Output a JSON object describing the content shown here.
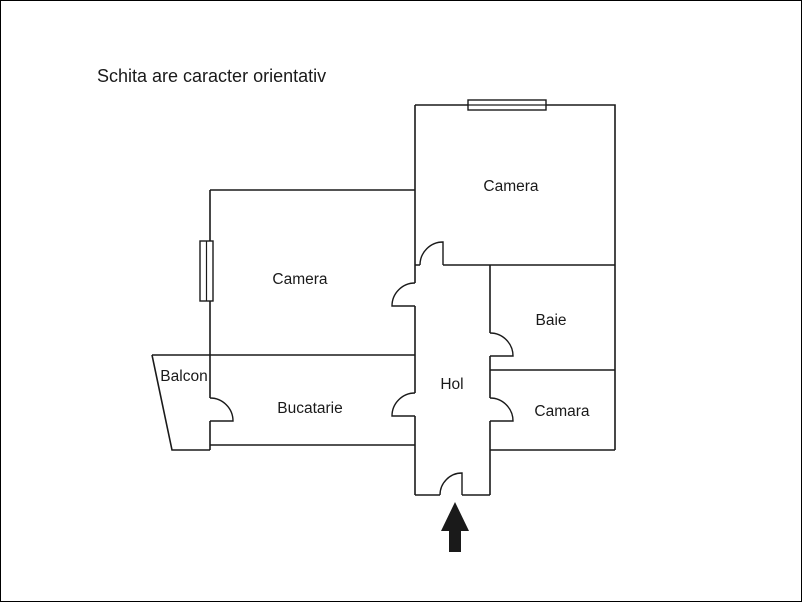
{
  "title": "Schita are caracter orientativ",
  "rooms": {
    "camera_top": {
      "label": "Camera"
    },
    "camera_left": {
      "label": "Camera"
    },
    "baie": {
      "label": "Baie"
    },
    "hol": {
      "label": "Hol"
    },
    "camara": {
      "label": "Camara"
    },
    "bucatarie": {
      "label": "Bucatarie"
    },
    "balcon": {
      "label": "Balcon"
    }
  },
  "colors": {
    "line": "#1a1a1a",
    "background": "#ffffff"
  },
  "icons": {
    "entrance_arrow": "arrow-up-icon",
    "window_top": "window-icon",
    "window_left": "window-icon"
  }
}
